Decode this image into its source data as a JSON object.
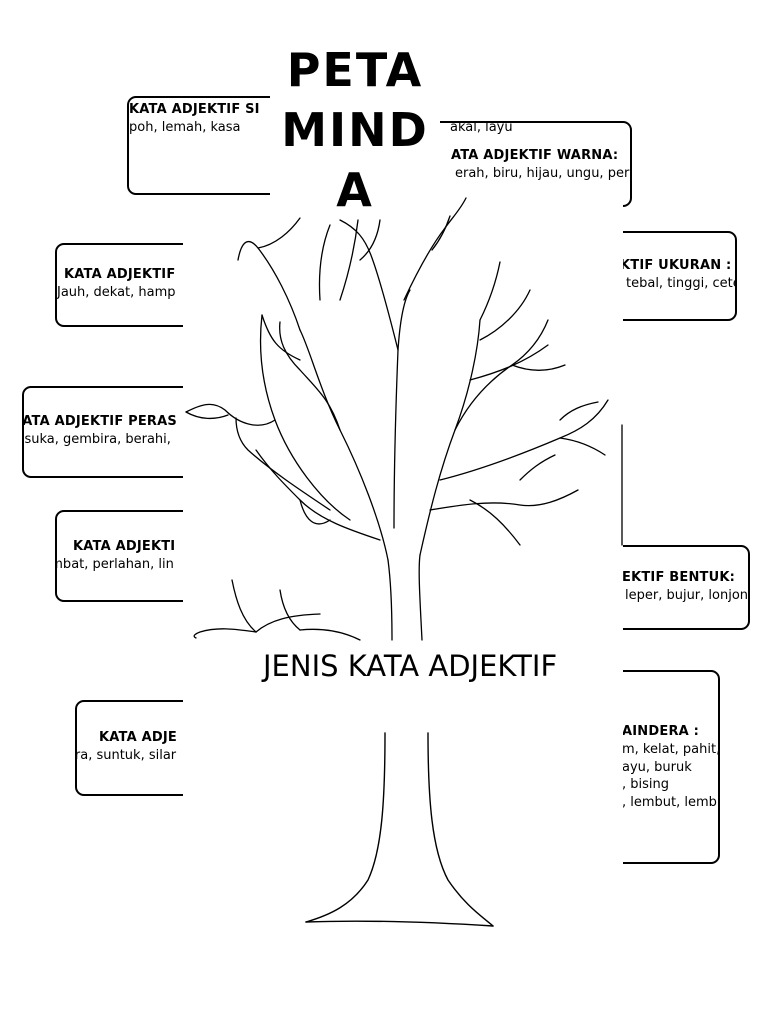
{
  "title": [
    "PETA",
    "MIND",
    "A"
  ],
  "subtitle": "JENIS KATA ADJEKTIF",
  "boxes": [
    {
      "title": "KATA ADJEKTIF SI",
      "lines": [
        "t, cerdik, pandai, gopoh, lemah, kasa"
      ]
    },
    {
      "title": "ATA ADJEKTIF WARNA:",
      "lines": [
        "erah, biru, hijau, ungu, perang, kelabu"
      ],
      "top_text": "akal, layu"
    },
    {
      "title": "KATA ADJEKTIF",
      "lines": [
        "Jauh, dekat, hamp"
      ]
    },
    {
      "title": "KTIF UKURAN :",
      "lines": [
        "tebal, tinggi, cetek,"
      ]
    },
    {
      "title": "KATA ADJEKTIF PERAS",
      "lines": [
        "an, suka, gembira, berahi,"
      ]
    },
    {
      "title": "KATA ADJEKTI",
      "lines": [
        "laju, lambat, perlahan, lin"
      ]
    },
    {
      "title": "EKTIF BENTUK:",
      "lines": [
        "leper, bujur, lonjong"
      ]
    },
    {
      "title": "KATA ADJE",
      "lines": [
        "ama, segera, suntuk, silar"
      ]
    },
    {
      "title": "AINDERA :",
      "lines": [
        "m, kelat, pahit, tawa",
        "ayu, buruk",
        ", bising",
        ", lembut, lembik"
      ]
    }
  ]
}
